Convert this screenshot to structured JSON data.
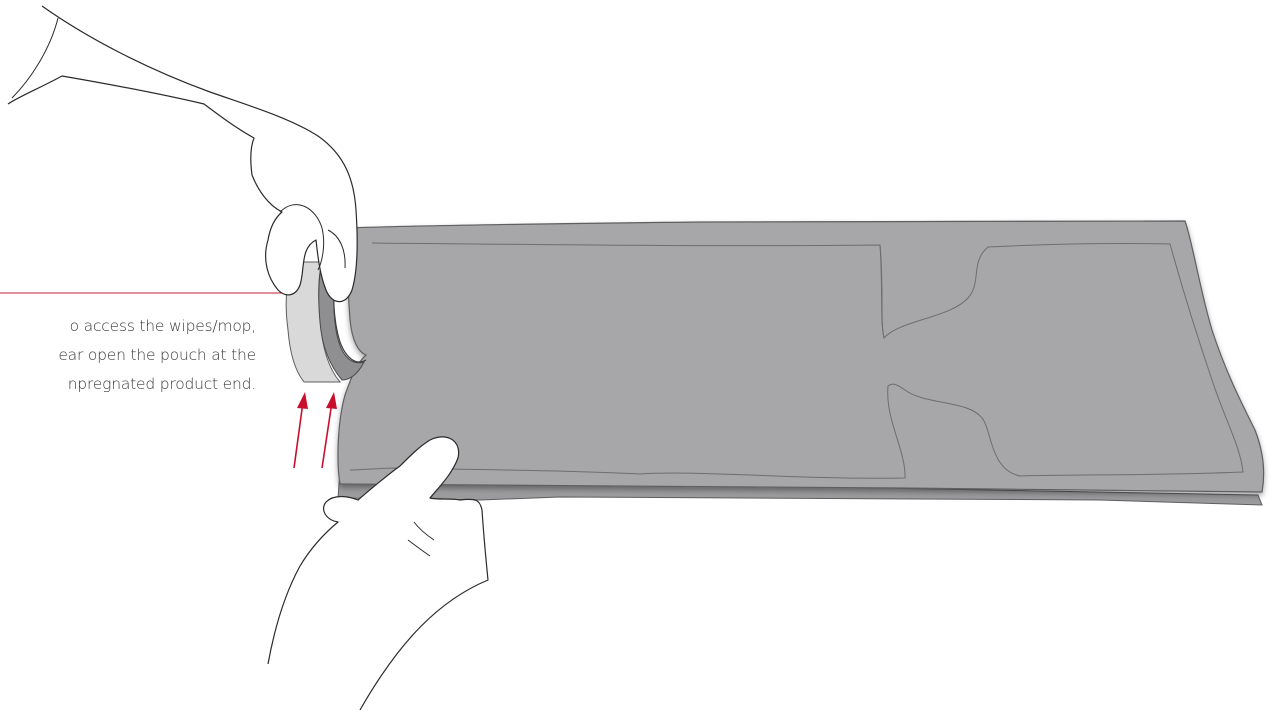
{
  "callout": {
    "lines": [
      "o access the wipes/mop,",
      "ear open the pouch at the",
      "npregnated product end."
    ],
    "leader_color": "#c01f3a"
  },
  "colors": {
    "pouch_fill": "#a7a7a9",
    "pouch_outline": "#5e5e60",
    "seam_line": "#7c7c7e",
    "hand_outline": "#2b2b2b",
    "arrow": "#c8102e",
    "torn_strip_light": "#d9d9da",
    "torn_strip_dark": "#6f6f71"
  },
  "icons": {
    "upper_hand": "hand-gripping-icon",
    "lower_hand": "hand-holding-icon",
    "arrows": "up-arrow-icon"
  }
}
